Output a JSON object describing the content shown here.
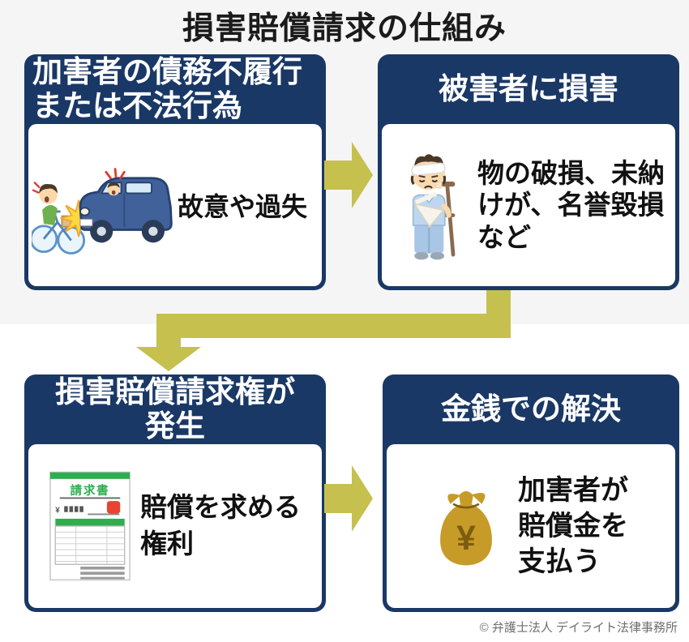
{
  "page": {
    "title": "損害賠償請求の仕組み",
    "footer_credit": "© 弁護士法人 デイライト法律事務所"
  },
  "flow": {
    "step1": {
      "header_line1": "加害者の債務不履行",
      "header_line2": "または不法行為",
      "caption": "故意や過失",
      "illustration": "car-bicycle-accident"
    },
    "step2": {
      "header": "被害者に損害",
      "caption_line1": "物の破損、未納",
      "caption_line2": "けが、名誉毀損",
      "caption_line3": "など",
      "illustration": "injured-person"
    },
    "step3": {
      "header_line1": "損害賠償請求権が",
      "header_line2": "発生",
      "caption_line1": "賠償を求める",
      "caption_line2": "権利",
      "illustration": "invoice-document",
      "invoice_label": "請求書",
      "invoice_currency": "¥"
    },
    "step4": {
      "header": "金銭での解決",
      "caption_line1": "加害者が",
      "caption_line2": "賠償金を",
      "caption_line3": "支払う",
      "illustration": "money-bag",
      "currency_symbol": "¥"
    }
  },
  "icons": {
    "arrow_right": "right-arrow-icon",
    "arrow_elbow": "elbow-down-arrow-icon"
  },
  "colors": {
    "navy": "#1a3866",
    "arrow_olive": "#c6c04f",
    "background_top": "#f5f5f6",
    "invoice_green": "#2fae4f",
    "stamp_red": "#e8432e",
    "money_gold": "#c79b28",
    "car_blue": "#40619a"
  }
}
